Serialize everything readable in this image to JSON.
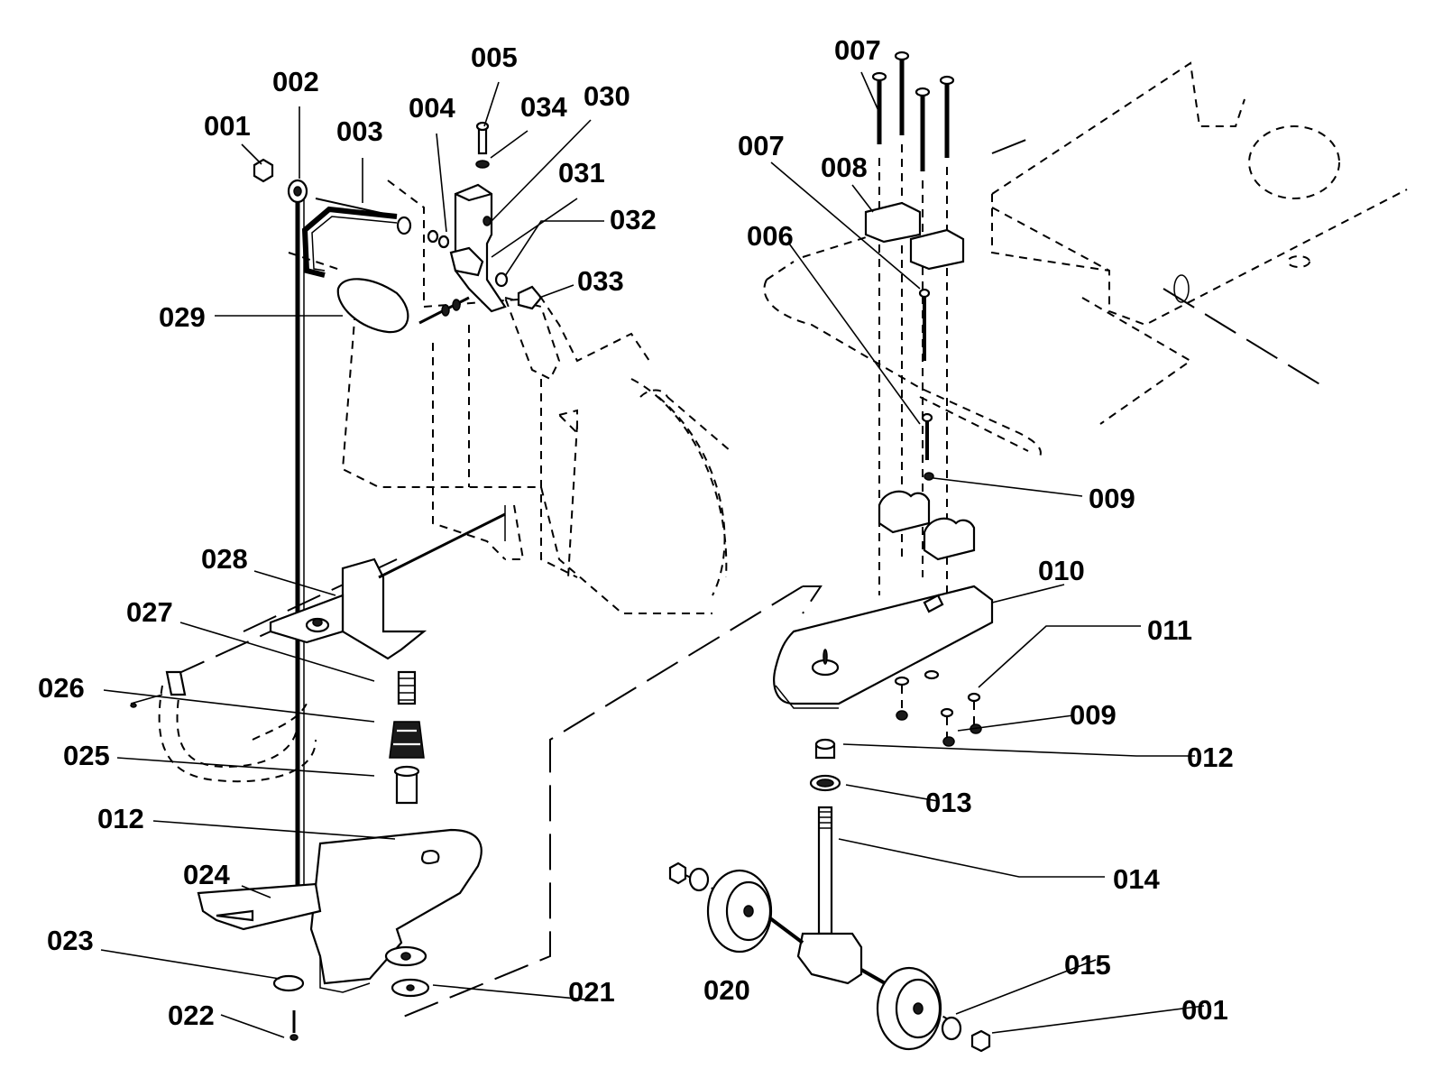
{
  "callouts": {
    "c001_left": "001",
    "c002": "002",
    "c003": "003",
    "c004": "004",
    "c005": "005",
    "c034": "034",
    "c030": "030",
    "c031": "031",
    "c032": "032",
    "c033": "033",
    "c029": "029",
    "c028": "028",
    "c027": "027",
    "c026": "026",
    "c025": "025",
    "c012_left": "012",
    "c024": "024",
    "c023": "023",
    "c022": "022",
    "c021": "021",
    "c007_top": "007",
    "c007_mid": "007",
    "c008": "008",
    "c006": "006",
    "c009_upper": "009",
    "c010": "010",
    "c011": "011",
    "c009_lower": "009",
    "c012_right": "012",
    "c013": "013",
    "c014": "014",
    "c020": "020",
    "c015": "015",
    "c001_right": "001"
  }
}
